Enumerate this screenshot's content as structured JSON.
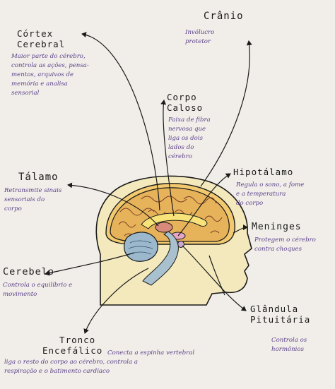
{
  "colors": {
    "paper": "#f1eee9",
    "ink": "#1a1a1a",
    "description_ink": "#5a3f8a",
    "cortex": "#e6b35a",
    "head_fill": "#f3e9bd",
    "corpus_callosum": "#f7e37a",
    "cerebellum": "#9bb8cc",
    "brainstem": "#a9c1cf",
    "thalamus": "#d98a7a"
  },
  "labels": {
    "cranio": {
      "title": [
        "Crânio"
      ],
      "desc": [
        "Invólucro",
        "protetor"
      ]
    },
    "cortex": {
      "title": [
        "Córtex",
        "Cerebral"
      ],
      "desc": [
        "Maior parte do cérebro,",
        "controla as ações, pensa-",
        "mentos, arquivos de",
        "memória e analisa",
        "sensorial"
      ]
    },
    "corpo_caloso": {
      "title": [
        "Corpo",
        "Caloso"
      ],
      "desc": [
        "Faixa de fibra",
        "nervosa que",
        "liga os dois",
        "lados do",
        "cérebro"
      ]
    },
    "talamo": {
      "title": [
        "Tálamo"
      ],
      "desc": [
        "Retransmite sinais",
        "sensoriais do",
        "corpo"
      ]
    },
    "hipotalamo": {
      "title": [
        "Hipotálamo"
      ],
      "desc": [
        "Regula o sono, a fome",
        "e a temperatura",
        "do corpo"
      ]
    },
    "meninges": {
      "title": [
        "Meninges"
      ],
      "desc": [
        "Protegem o cérebro",
        "contra choques"
      ]
    },
    "cerebelo": {
      "title": [
        "Cerebelo"
      ],
      "desc": [
        "Controla o equilíbrio e",
        "movimento"
      ]
    },
    "glandula": {
      "title": [
        "Glândula",
        "Pituitária"
      ],
      "desc": [
        "Controla os",
        "hormônios"
      ]
    },
    "tronco": {
      "title": [
        "Tronco",
        "Encefálico"
      ],
      "desc": [
        "Conecta a espinha vertebral",
        "liga o resto do corpo ao cérebro, controla a",
        "respiração e o batimento cardíaco"
      ]
    }
  }
}
